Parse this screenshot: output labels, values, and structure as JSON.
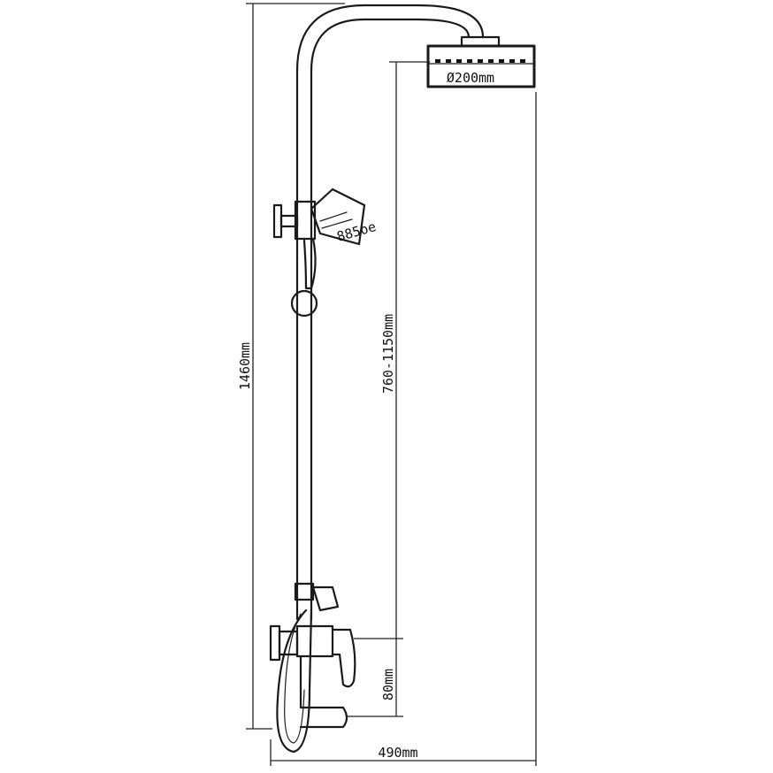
{
  "dimensions": {
    "head_diameter": "Ø200mm",
    "total_height": "1460mm",
    "adjustable_height": "760-1150mm",
    "outlet_offset": "80mm",
    "width": "490mm"
  },
  "handshower_label": "885oe"
}
